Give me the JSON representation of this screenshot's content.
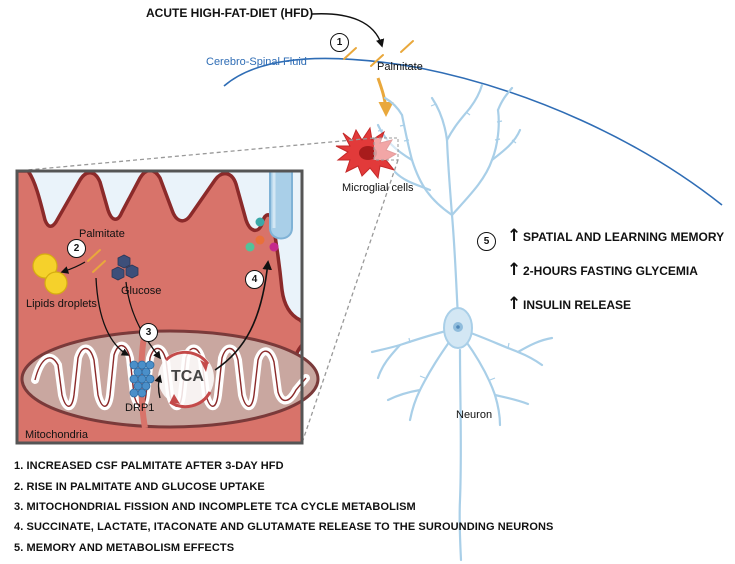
{
  "title": "ACUTE HIGH-FAT-DIET (HFD)",
  "labels": {
    "palmitate_top": "Palmitate",
    "csf": "Cerebro-Spinal Fluid",
    "microglia": "Microglial cells",
    "neuron": "Neuron",
    "palmitate_inset": "Palmitate",
    "lipids": "Lipids droplets",
    "glucose": "Glucose",
    "tca": "TCA",
    "drp1": "DRP1",
    "mitochondria": "Mitochondria"
  },
  "step_numbers": [
    "1",
    "2",
    "3",
    "4",
    "5"
  ],
  "effects": {
    "arrow_glyph": "↑",
    "items": [
      "SPATIAL AND LEARNING MEMORY",
      "2-HOURS FASTING GLYCEMIA",
      "INSULIN RELEASE"
    ]
  },
  "legend": [
    "1.  INCREASED CSF PALMITATE AFTER 3-DAY HFD",
    "2.  RISE IN PALMITATE AND GLUCOSE UPTAKE",
    "3.  MITOCHONDRIAL FISSION AND INCOMPLETE TCA CYCLE METABOLISM",
    "4.  SUCCINATE, LACTATE, ITACONATE AND GLUTAMATE RELEASE TO THE SUROUNDING NEURONS",
    "5.  MEMORY AND METABOLISM EFFECTS"
  ],
  "colors": {
    "csf_line": "#2f6db5",
    "neuron": "#a9cfe8",
    "microglia": "#e23a3a",
    "cell_fill": "#d8736a",
    "cell_border": "#8b2a2a",
    "inset_bg": "#eaf3fa",
    "palmitate": "#f0b332",
    "glucose": "#3d4f7a",
    "lipid": "#f5d12b",
    "mito_fill": "#c9a7a0",
    "drp1": "#4a8fc9",
    "metab_teal": "#3aa8a8",
    "metab_orange": "#e8703a",
    "metab_green": "#52c39a",
    "metab_magenta": "#c52a8c"
  }
}
